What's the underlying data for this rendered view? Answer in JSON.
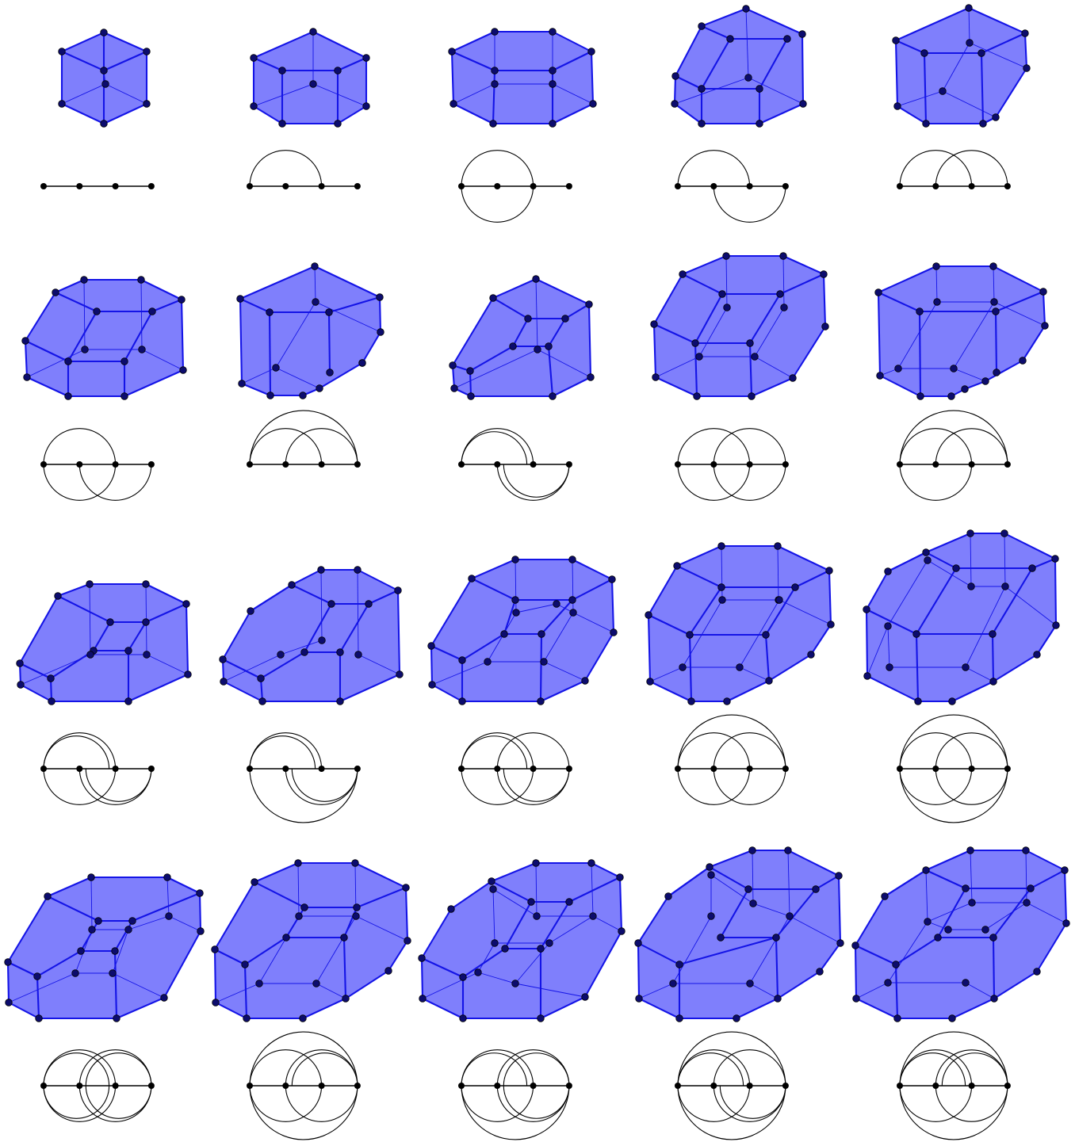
{
  "figure": {
    "rows": 4,
    "columns": 5,
    "cell_count": 20,
    "panels_per_cell": [
      "polytope-drawing",
      "chord-diagram"
    ],
    "chord_diagram_points": 4,
    "colors": {
      "face_fill": "#7f7ffc",
      "edge": "#1414e6",
      "vertex": "#0c0c6e",
      "diagram_line": "#000000"
    }
  }
}
